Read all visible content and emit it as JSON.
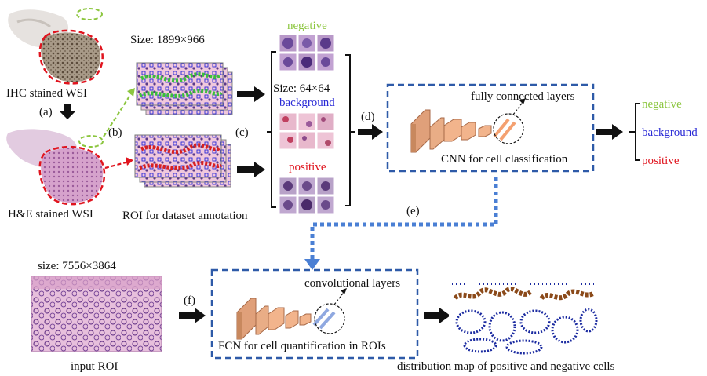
{
  "labels": {
    "ihc_wsi": "IHC stained WSI",
    "he_wsi": "H&E stained WSI",
    "step_a": "(a)",
    "step_b": "(b)",
    "step_c": "(c)",
    "step_d": "(d)",
    "step_e": "(e)",
    "step_f": "(f)",
    "roi_size": "Size: 1899×966",
    "roi_caption": "ROI for dataset annotation",
    "patch_size": "Size: 64×64",
    "class_negative": "negative",
    "class_background": "background",
    "class_positive": "positive",
    "fc_layers": "fully connected layers",
    "cnn_caption": "CNN for cell classification",
    "out_negative": "negative",
    "out_background": "background",
    "out_positive": "positive",
    "input_size": "size: 7556×3864",
    "input_caption": "input ROI",
    "conv_layers": "convolutional layers",
    "fcn_caption": "FCN for cell quantification in ROIs",
    "map_caption": "distribution map of positive and negative cells"
  },
  "colors": {
    "negative": "#8cc63f",
    "background": "#2b2bd6",
    "positive": "#e0141e",
    "box_border": "#2e5aa8",
    "dotted_arrow": "#4a7fd4",
    "layer_fill": "#f2b48c",
    "fc_fill": "#f4a070",
    "conv_fill": "#8fa8e0",
    "he_tissue": "#c77fb5",
    "ihc_tissue": "#8b7b6a",
    "positive_cells": "#8b4a1a",
    "negative_cells": "#1a2aa0"
  }
}
